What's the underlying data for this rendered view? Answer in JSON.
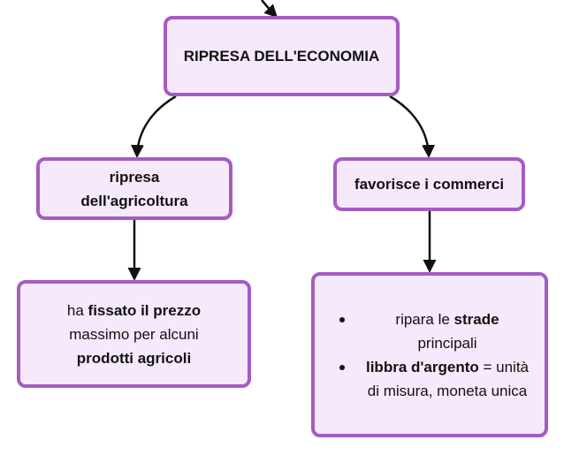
{
  "diagram": {
    "nodes": {
      "root": {
        "label": "RIPRESA DELL'ECONOMIA"
      },
      "agriculture": {
        "label_line1": "ripresa",
        "label_line2": "dell'agricoltura"
      },
      "commerce": {
        "label": "favorisce i commerci"
      },
      "price": {
        "pre": "ha ",
        "bold1": "fissato il prezzo",
        "mid": "massimo per alcuni",
        "bold2": "prodotti agricoli"
      },
      "list": {
        "items": [
          {
            "pre": "ripara le ",
            "bold": "strade",
            "post": "principali"
          },
          {
            "pre": "",
            "bold": "libbra d'argento",
            "post": " = unità di misura, moneta unica"
          }
        ]
      }
    },
    "edges": [
      {
        "from": "incoming",
        "to": "root"
      },
      {
        "from": "root",
        "to": "agriculture"
      },
      {
        "from": "root",
        "to": "commerce"
      },
      {
        "from": "agriculture",
        "to": "price"
      },
      {
        "from": "commerce",
        "to": "list"
      }
    ],
    "colors": {
      "node_fill": "#f6e9fb",
      "node_border": "#a55cc2",
      "connector": "#111111"
    }
  }
}
